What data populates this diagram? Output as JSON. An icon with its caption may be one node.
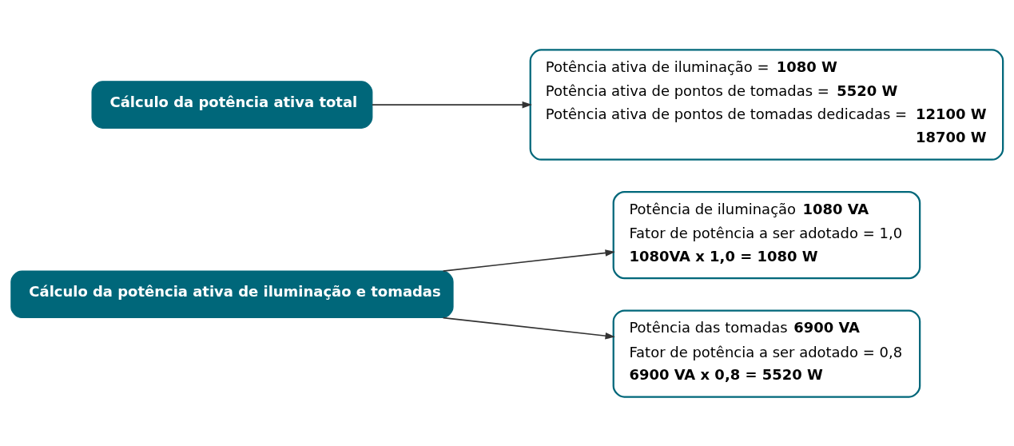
{
  "diagram": {
    "nodes": [
      {
        "text": [
          "Cálculo da potência ativa de iluminação e tomadas"
        ]
      },
      {
        "text": [
          "Potência de iluminação **1080 VA**",
          "Fator de potência a ser adotado = 1,0",
          "1080VA x 1,0 = 1080 W"
        ]
      },
      {
        "text": [
          "Potência das tomadas **6900 VA**",
          "Fator de potência a ser adotado = 0,8",
          "6900 VA x 0,8 = 5520 W"
        ]
      },
      {
        "text": [
          "Cálculo da potência ativa total"
        ]
      },
      {
        "text": [
          "Potência ativa de iluminação = **1080 W**",
          "Potência ativa de pontos de tomadas = **5520 W**",
          "Potência ativa de pontos de tomadas dedicadas = **12100 W**",
          "18700 W"
        ]
      }
    ],
    "edges": [
      {
        "from": 0,
        "to": 1,
        "arrow": "to"
      },
      {
        "from": 0,
        "to": 2,
        "arrow": "to"
      },
      {
        "from": 3,
        "to": 4,
        "arrow": "to"
      }
    ]
  }
}
